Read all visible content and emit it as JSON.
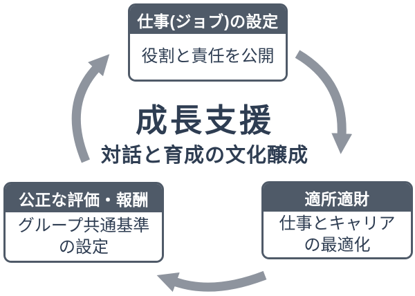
{
  "diagram": {
    "center": {
      "title": "成長支援",
      "subtitle": "対話と育成の文化醸成"
    },
    "nodes": {
      "top": {
        "header": "仕事(ジョブ)の設定",
        "body": "役割と責任を公開"
      },
      "bottom_right": {
        "header": "適所適財",
        "body_line1": "仕事とキャリア",
        "body_line2": "の最適化"
      },
      "bottom_left": {
        "header": "公正な評価・報酬",
        "body_line1": "グループ共通基準",
        "body_line2": "の設定"
      }
    },
    "arrows": {
      "right": "top-to-bottom-right",
      "bottom": "bottom-right-to-bottom-left",
      "left": "bottom-left-to-top"
    }
  },
  "colors": {
    "header_bg": "#4f5a68",
    "text": "#2e3d52",
    "arrow": "#8e949e",
    "background": "#ffffff"
  }
}
